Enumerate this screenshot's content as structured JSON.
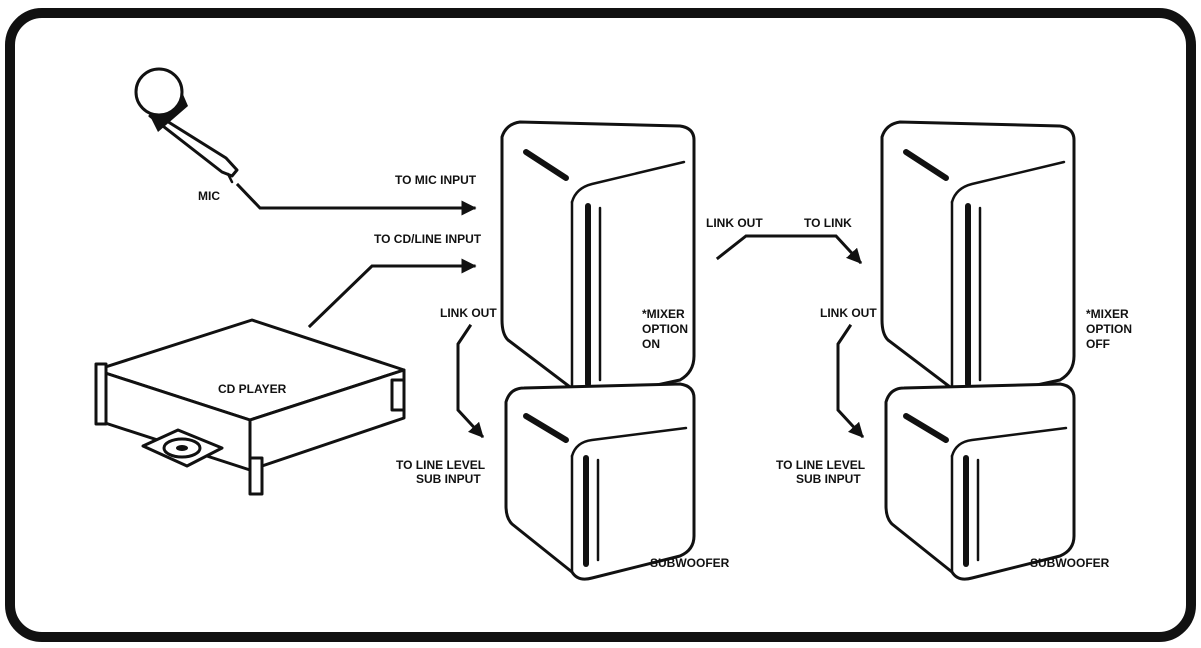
{
  "labels": {
    "mic": "MIC",
    "to_mic_input": "TO MIC INPUT",
    "to_cd_line_input": "TO CD/LINE INPUT",
    "cd_player": "CD PLAYER",
    "link_out_1": "LINK OUT",
    "to_line_level_1": "TO LINE LEVEL",
    "sub_input_1": "SUB INPUT",
    "mixer_on_1": "*MIXER",
    "mixer_on_2": "OPTION",
    "mixer_on_3": "ON",
    "subwoofer_1": "SUBWOOFER",
    "link_out_top": "LINK OUT",
    "to_link": "TO LINK",
    "link_out_2": "LINK OUT",
    "to_line_level_2": "TO LINE LEVEL",
    "sub_input_2": "SUB INPUT",
    "mixer_off_1": "*MIXER",
    "mixer_off_2": "OPTION",
    "mixer_off_3": "OFF",
    "subwoofer_2": "SUBWOOFER"
  },
  "icons": {
    "microphone": "microphone-icon",
    "cd_player": "cd-player-icon",
    "speaker": "speaker-icon",
    "subwoofer": "subwoofer-icon"
  },
  "colors": {
    "stroke": "#111111",
    "background": "#ffffff"
  }
}
